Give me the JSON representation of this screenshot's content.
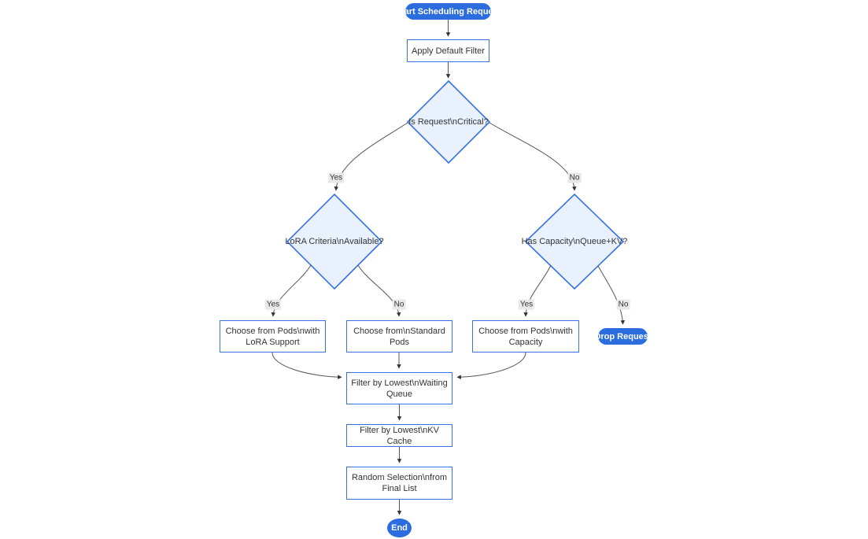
{
  "diagram": {
    "type": "flowchart",
    "nodes": {
      "start": "Start Scheduling Request",
      "apply_filter": "Apply Default Filter",
      "is_critical": "Is Request\\nCritical?",
      "lora_criteria": "LoRA Criteria\\nAvailable?",
      "has_capacity": "Has Capacity\\nQueue+KV?",
      "choose_lora_pods": "Choose from Pods\\nwith LoRA Support",
      "choose_standard_pods": "Choose from\\nStandard Pods",
      "choose_capacity_pods": "Choose from Pods\\nwith Capacity",
      "drop_request": "Drop Request",
      "filter_waiting_queue": "Filter by Lowest\\nWaiting Queue",
      "filter_kv_cache": "Filter by Lowest\\nKV Cache",
      "random_selection": "Random Selection\\nfrom Final List",
      "end": "End"
    },
    "edge_labels": {
      "critical_yes": "Yes",
      "critical_no": "No",
      "lora_yes": "Yes",
      "lora_no": "No",
      "capacity_yes": "Yes",
      "capacity_no": "No"
    },
    "colors": {
      "terminal_fill": "#2b6cdf",
      "terminal_text": "#ffffff",
      "node_border": "#3572e4",
      "node_fill": "#ffffff",
      "decision_fill": "#e9f2fc",
      "edge_stroke": "#555555",
      "edge_label_bg": "#e8e8e8",
      "text": "#333333"
    }
  }
}
